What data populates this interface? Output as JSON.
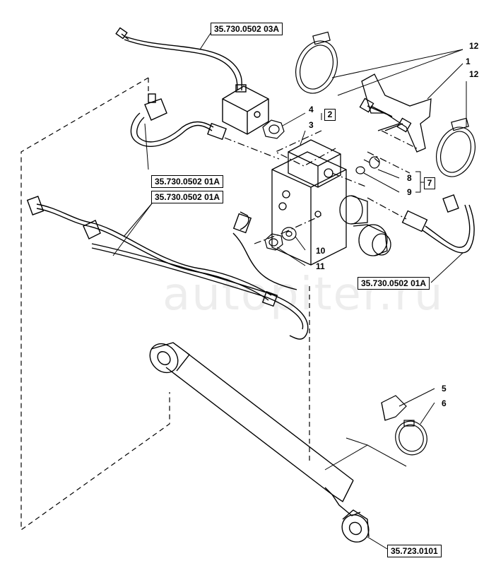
{
  "refs": {
    "r1": "35.730.0502 03A",
    "r2": "35.730.0502 01A",
    "r3": "35.730.0502 01A",
    "r4": "35.730.0502 01A",
    "r5": "35.723.0101"
  },
  "callouts": {
    "n1": "1",
    "n12a": "12",
    "n12b": "12",
    "n4": "4",
    "n3": "3",
    "n8": "8",
    "n9": "9",
    "n10": "10",
    "n11": "11",
    "n5": "5",
    "n6": "6"
  },
  "groups": {
    "g2": "2",
    "g7": "7"
  },
  "watermark": "autopiter.ru"
}
